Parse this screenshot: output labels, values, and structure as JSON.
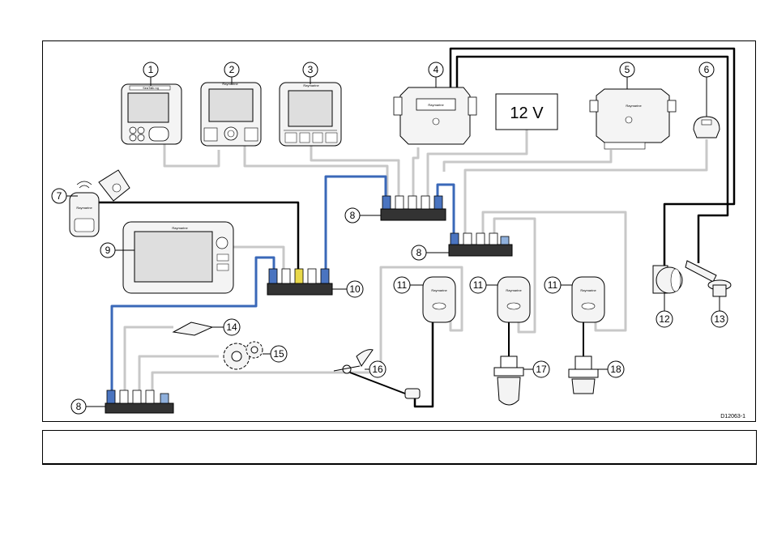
{
  "diagram": {
    "figure_code": "D12063-1",
    "power_label": "12 V",
    "brand_text": "Raymarine",
    "device_text_small": "SeaTalk ng",
    "callouts": [
      "1",
      "2",
      "3",
      "4",
      "5",
      "6",
      "7",
      "8",
      "8",
      "8",
      "9",
      "10",
      "11",
      "11",
      "11",
      "12",
      "13",
      "14",
      "15",
      "16",
      "17",
      "18"
    ]
  },
  "colors": {
    "stroke": "#000000",
    "cable_grey": "#c8c8c8",
    "cable_blue": "#3a68b8",
    "cable_black": "#000000",
    "connector_yellow": "#e8d84a",
    "connector_blue": "#4a74c0",
    "connector_lightblue": "#8fb0dc",
    "device_fill": "#f4f4f4",
    "screen_fill": "#dedede"
  },
  "caption": {
    "text": ""
  }
}
